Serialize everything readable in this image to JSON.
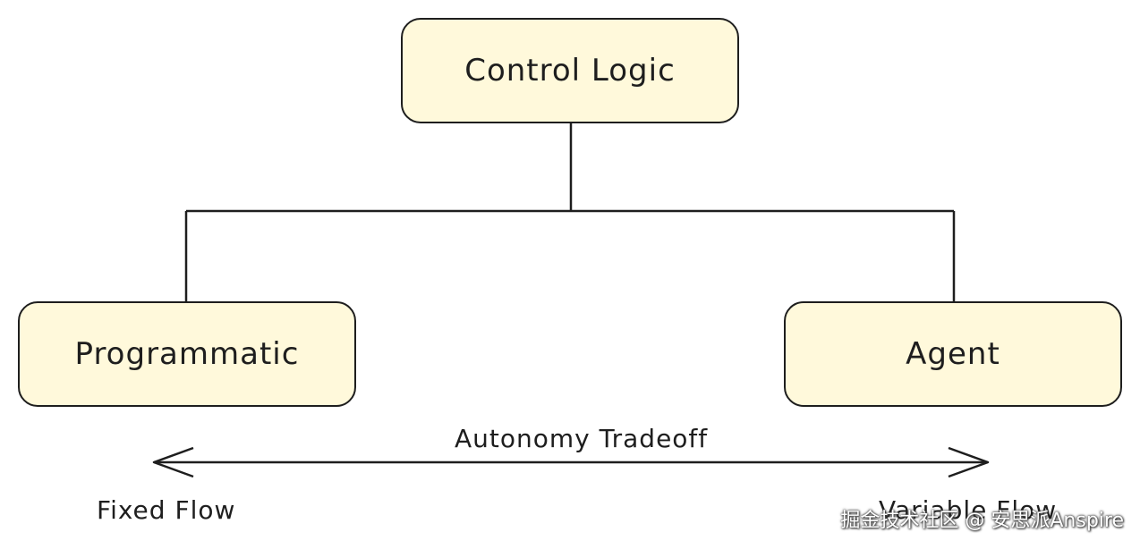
{
  "colors": {
    "box_fill": "#fff9db",
    "stroke": "#1e1e1e"
  },
  "nodes": {
    "root": "Control Logic",
    "left": "Programmatic",
    "right": "Agent"
  },
  "axis": {
    "label": "Autonomy Tradeoff",
    "left_end": "Fixed Flow",
    "right_end": "Variable Flow"
  },
  "watermark": "掘金技术社区 @ 安思派Anspire"
}
